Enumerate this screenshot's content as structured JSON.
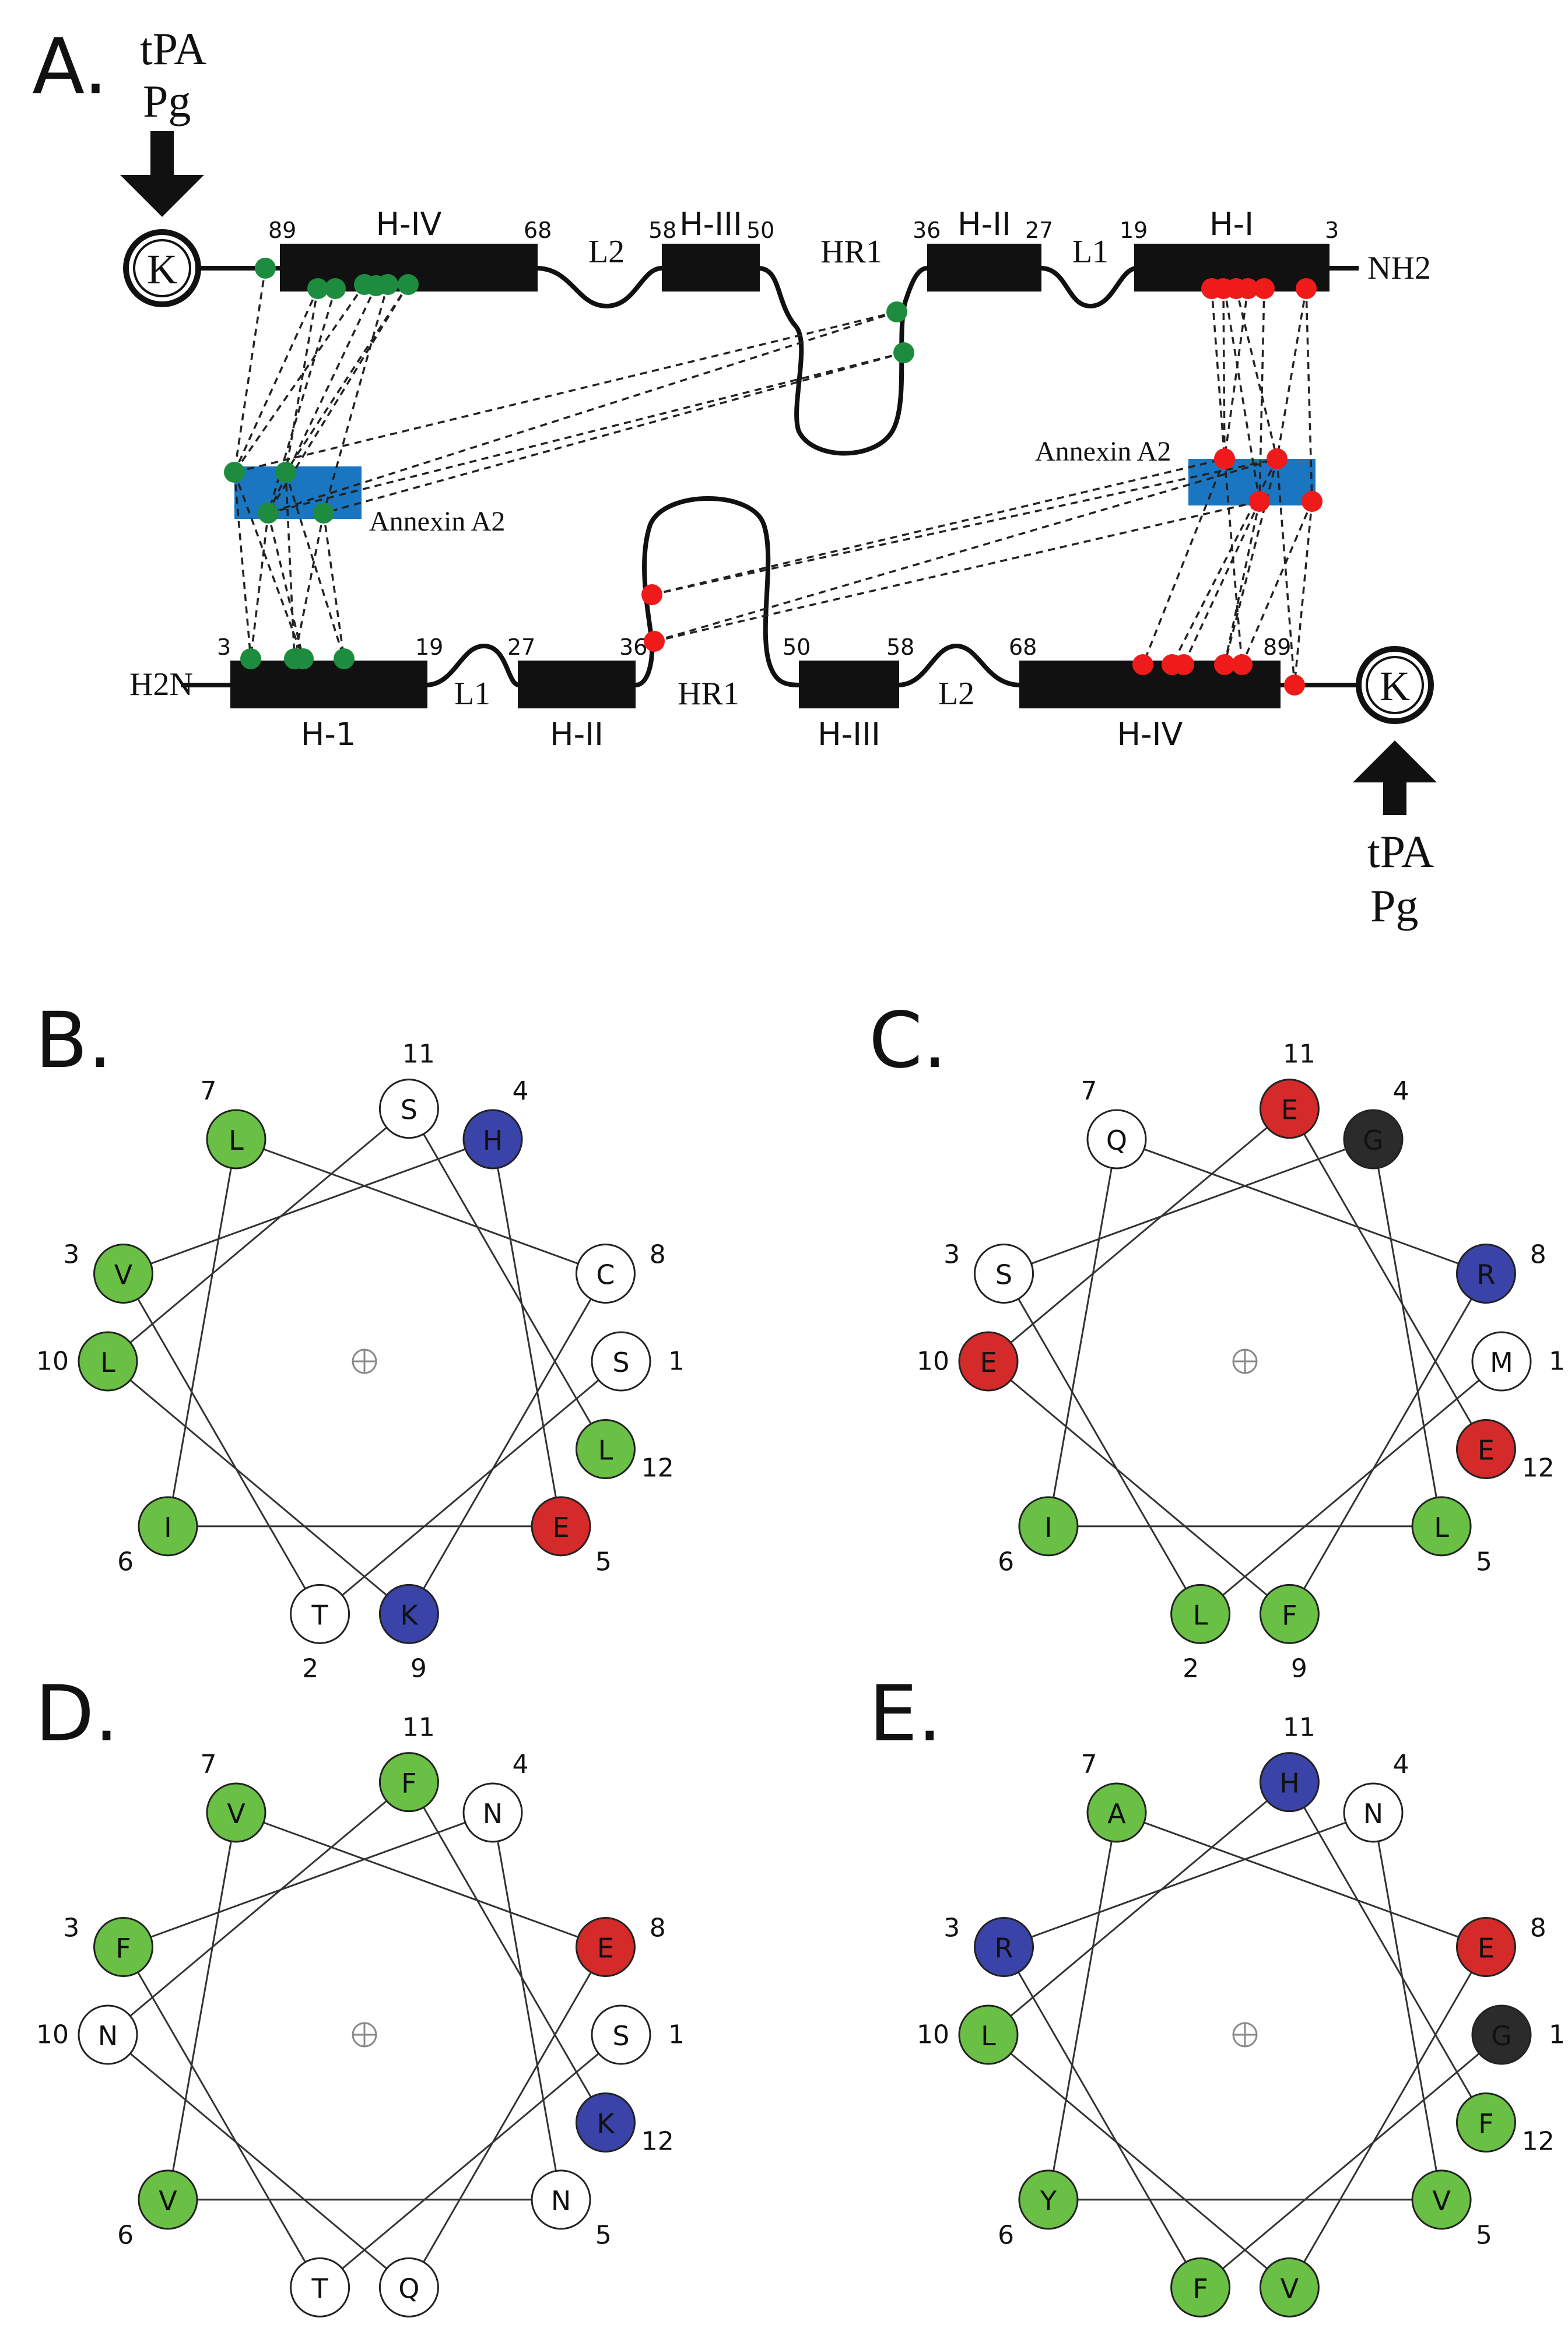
{
  "colors": {
    "hydrophobic": "#6abf45",
    "acidic": "#d42a2a",
    "basic": "#3a43a8",
    "polar": "#ffffff",
    "glycine": "#2b2b2b",
    "annexin": "#1a76c0",
    "green_dot": "#1e8c3e",
    "red_dot": "#ef1a1a"
  },
  "panel_a": {
    "letter": "A.",
    "top_strand": {
      "receptor_label": [
        "tPA",
        "Pg"
      ],
      "k_symbol": "K",
      "terminus": "NH2",
      "helices": [
        {
          "name": "H-IV",
          "start": "89",
          "end": "68"
        },
        {
          "name": "H-III",
          "start": "58",
          "end": "50"
        },
        {
          "name": "H-II",
          "start": "36",
          "end": "27"
        },
        {
          "name": "H-I",
          "start": "19",
          "end": "3"
        }
      ],
      "loops": [
        "L2",
        "HR1",
        "L1"
      ],
      "annexin_label": "Annexin A2"
    },
    "bottom_strand": {
      "receptor_label": [
        "tPA",
        "Pg"
      ],
      "k_symbol": "K",
      "terminus": "H2N",
      "helices": [
        {
          "name": "H-1",
          "start": "3",
          "end": "19"
        },
        {
          "name": "H-II",
          "start": "27",
          "end": "36"
        },
        {
          "name": "H-III",
          "start": "50",
          "end": "58"
        },
        {
          "name": "H-IV",
          "start": "68",
          "end": "89"
        }
      ],
      "loops": [
        "L1",
        "HR1",
        "L2"
      ],
      "annexin_label": "Annexin A2"
    }
  },
  "wheels": [
    {
      "letter": "B.",
      "residues": [
        {
          "n": "1",
          "aa": "S",
          "c": "polar"
        },
        {
          "n": "2",
          "aa": "T",
          "c": "polar"
        },
        {
          "n": "3",
          "aa": "V",
          "c": "hydrophobic"
        },
        {
          "n": "4",
          "aa": "H",
          "c": "basic"
        },
        {
          "n": "5",
          "aa": "E",
          "c": "acidic"
        },
        {
          "n": "6",
          "aa": "I",
          "c": "hydrophobic"
        },
        {
          "n": "7",
          "aa": "L",
          "c": "hydrophobic"
        },
        {
          "n": "8",
          "aa": "C",
          "c": "polar"
        },
        {
          "n": "9",
          "aa": "K",
          "c": "basic"
        },
        {
          "n": "10",
          "aa": "L",
          "c": "hydrophobic"
        },
        {
          "n": "11",
          "aa": "S",
          "c": "polar"
        },
        {
          "n": "12",
          "aa": "L",
          "c": "hydrophobic"
        }
      ]
    },
    {
      "letter": "C.",
      "residues": [
        {
          "n": "1",
          "aa": "M",
          "c": "polar"
        },
        {
          "n": "2",
          "aa": "L",
          "c": "hydrophobic"
        },
        {
          "n": "3",
          "aa": "S",
          "c": "polar"
        },
        {
          "n": "4",
          "aa": "G",
          "c": "glycine"
        },
        {
          "n": "5",
          "aa": "L",
          "c": "hydrophobic"
        },
        {
          "n": "6",
          "aa": "I",
          "c": "hydrophobic"
        },
        {
          "n": "7",
          "aa": "Q",
          "c": "polar"
        },
        {
          "n": "8",
          "aa": "R",
          "c": "basic"
        },
        {
          "n": "9",
          "aa": "F",
          "c": "hydrophobic"
        },
        {
          "n": "10",
          "aa": "E",
          "c": "acidic"
        },
        {
          "n": "11",
          "aa": "E",
          "c": "acidic"
        },
        {
          "n": "12",
          "aa": "E",
          "c": "acidic"
        }
      ]
    },
    {
      "letter": "D.",
      "residues": [
        {
          "n": "1",
          "aa": "S",
          "c": "polar"
        },
        {
          "n": "2",
          "aa": "T",
          "c": "polar"
        },
        {
          "n": "3",
          "aa": "F",
          "c": "hydrophobic"
        },
        {
          "n": "4",
          "aa": "N",
          "c": "polar"
        },
        {
          "n": "5",
          "aa": "N",
          "c": "polar"
        },
        {
          "n": "6",
          "aa": "V",
          "c": "hydrophobic"
        },
        {
          "n": "7",
          "aa": "V",
          "c": "hydrophobic"
        },
        {
          "n": "8",
          "aa": "E",
          "c": "acidic"
        },
        {
          "n": "9",
          "aa": "Q",
          "c": "polar"
        },
        {
          "n": "10",
          "aa": "N",
          "c": "polar"
        },
        {
          "n": "11",
          "aa": "F",
          "c": "hydrophobic"
        },
        {
          "n": "12",
          "aa": "K",
          "c": "basic"
        }
      ]
    },
    {
      "letter": "E.",
      "residues": [
        {
          "n": "1",
          "aa": "G",
          "c": "glycine"
        },
        {
          "n": "2",
          "aa": "F",
          "c": "hydrophobic"
        },
        {
          "n": "3",
          "aa": "R",
          "c": "basic"
        },
        {
          "n": "4",
          "aa": "N",
          "c": "polar"
        },
        {
          "n": "5",
          "aa": "V",
          "c": "hydrophobic"
        },
        {
          "n": "6",
          "aa": "Y",
          "c": "hydrophobic"
        },
        {
          "n": "7",
          "aa": "A",
          "c": "hydrophobic"
        },
        {
          "n": "8",
          "aa": "E",
          "c": "acidic"
        },
        {
          "n": "9",
          "aa": "V",
          "c": "hydrophobic"
        },
        {
          "n": "10",
          "aa": "L",
          "c": "hydrophobic"
        },
        {
          "n": "11",
          "aa": "H",
          "c": "basic"
        },
        {
          "n": "12",
          "aa": "F",
          "c": "hydrophobic"
        }
      ]
    }
  ]
}
